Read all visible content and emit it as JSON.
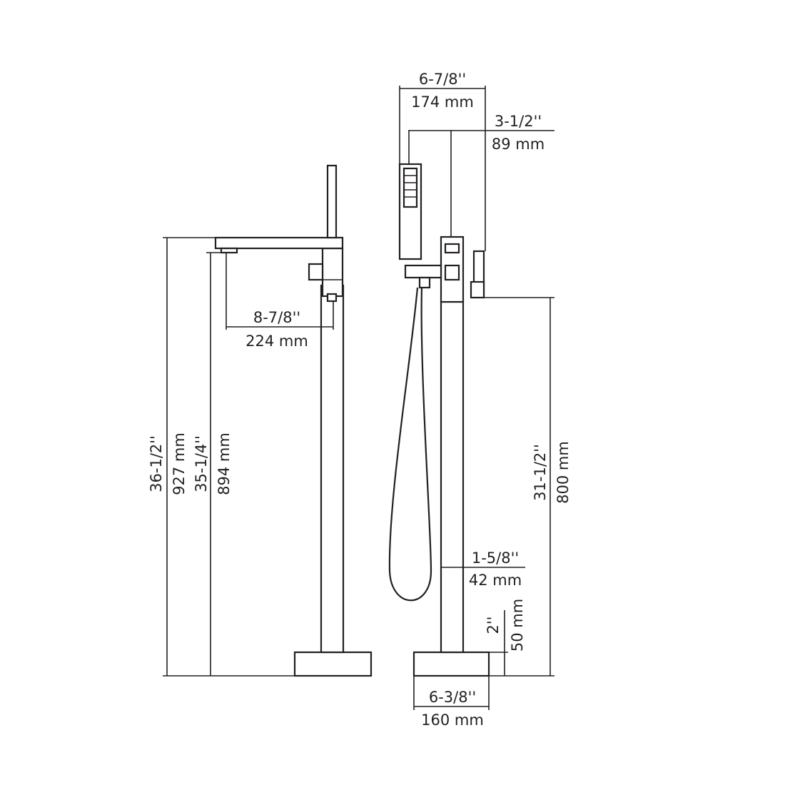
{
  "dimensions": {
    "total_height": {
      "inch": "36-1/2''",
      "mm": "927 mm"
    },
    "spout_height": {
      "inch": "35-1/4''",
      "mm": "894 mm"
    },
    "spout_reach": {
      "inch": "8-7/8''",
      "mm": "224 mm"
    },
    "handshower_offset": {
      "inch": "6-7/8''",
      "mm": "174 mm"
    },
    "handle_offset": {
      "inch": "3-1/2''",
      "mm": "89 mm"
    },
    "valve_height": {
      "inch": "31-1/2''",
      "mm": "800 mm"
    },
    "column_diameter": {
      "inch": "1-5/8''",
      "mm": "42 mm"
    },
    "base_height": {
      "inch": "2''",
      "mm": "50 mm"
    },
    "base_width": {
      "inch": "6-3/8''",
      "mm": "160 mm"
    }
  },
  "colors": {
    "line": "#231f20",
    "background": "#ffffff"
  }
}
